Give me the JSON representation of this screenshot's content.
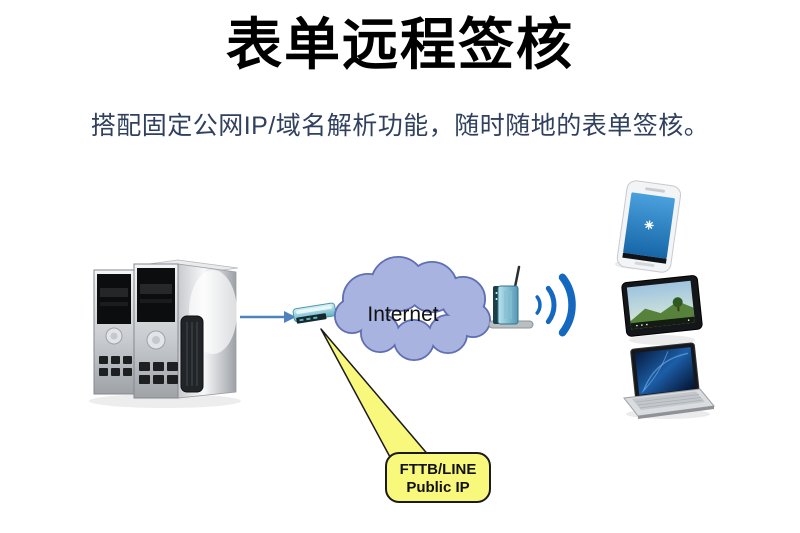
{
  "header": {
    "title": "表单远程签核",
    "subtitle": "搭配固定公网IP/域名解析功能，随时随地的表单签核。"
  },
  "diagram": {
    "internet_label": "Internet",
    "callout": {
      "line1": "FTTB/LINE",
      "line2": "Public IP"
    },
    "icons": [
      "server-towers-icon",
      "modem-icon",
      "internet-cloud",
      "wireless-router-icon",
      "wifi-signal-icon",
      "smartphone-icon",
      "tablet-icon",
      "laptop-icon"
    ],
    "colors": {
      "background": "#ffffff",
      "title_text": "#000000",
      "subtitle_text": "#30405e",
      "cloud_fill": "#a9b3e0",
      "cloud_border": "#5f6fb4",
      "arrow_blue": "#4f81bd",
      "wifi_blue": "#1468bf",
      "callout_fill": "#f8f87c",
      "callout_border": "#1a1a1a"
    }
  }
}
